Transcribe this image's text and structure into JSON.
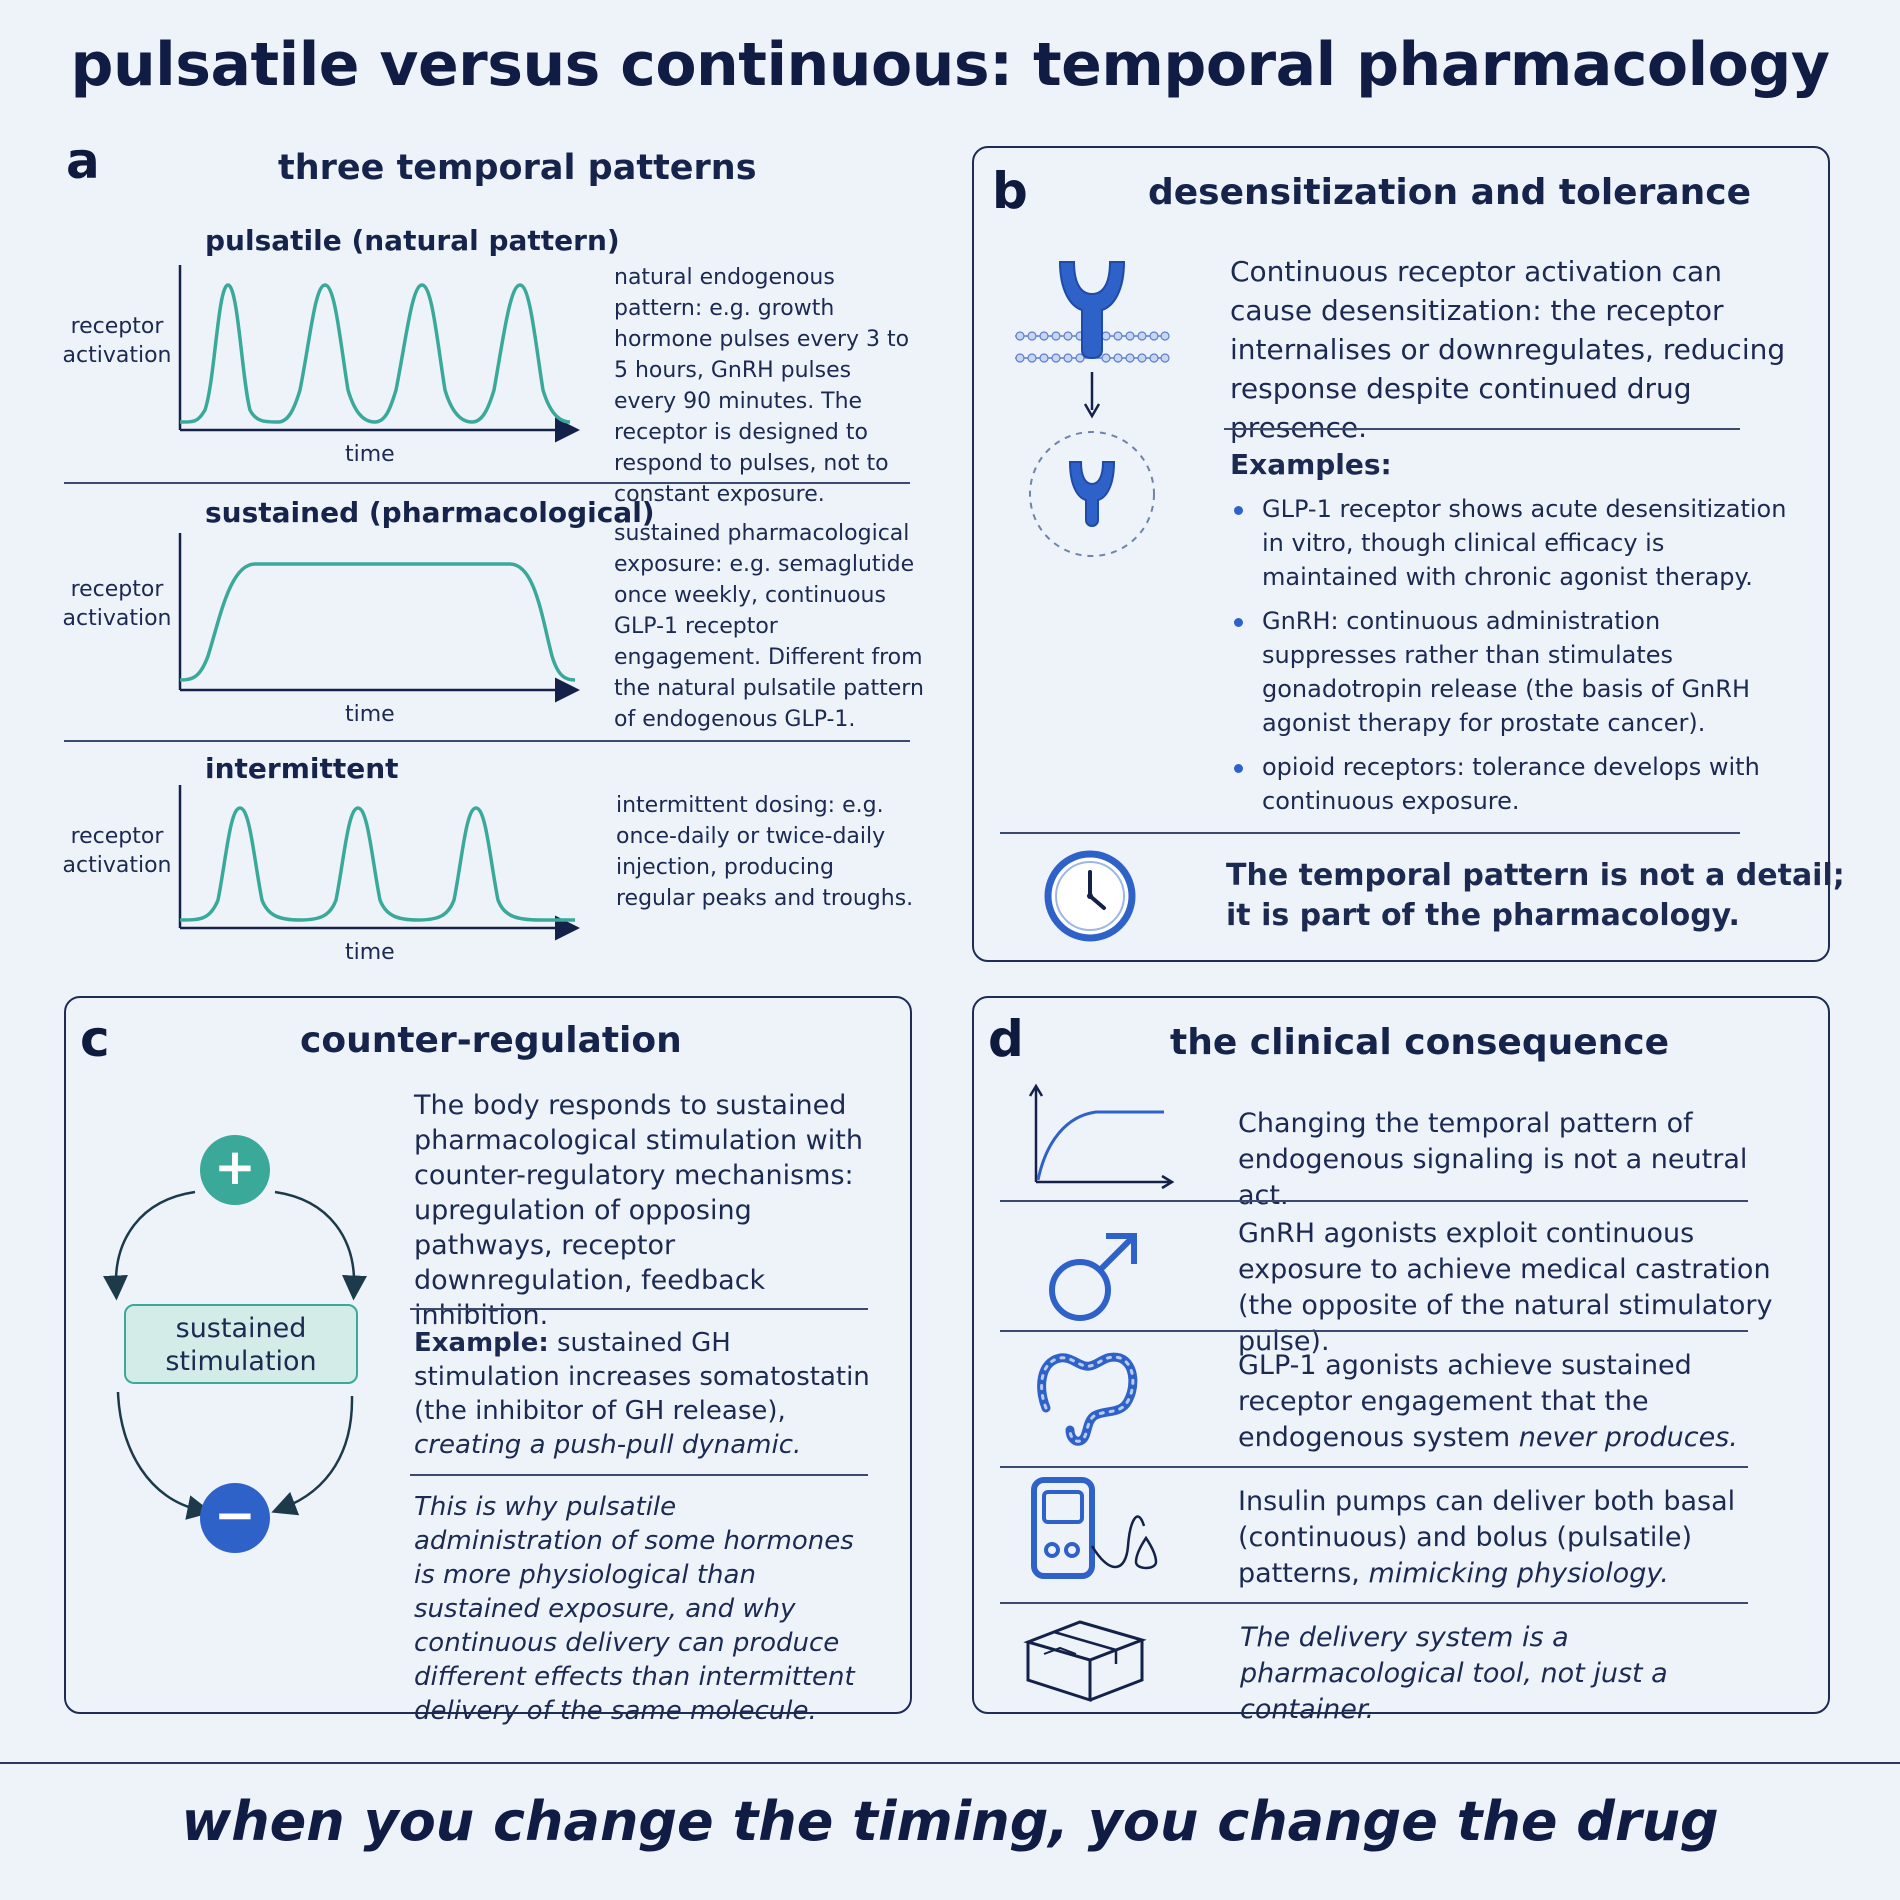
{
  "title": "pulsatile versus continuous: temporal pharmacology",
  "footer": "when you change the timing, you change the drug",
  "panel_a": {
    "letter": "a",
    "title": "three temporal patterns",
    "rows": [
      {
        "label": "pulsatile (natural pattern)",
        "ylabel_1": "receptor",
        "ylabel_2": "activation",
        "xlabel": "time",
        "desc": "natural endogenous pattern: e.g. growth hormone pulses every 3 to 5 hours, GnRH pulses every 90 minutes. The receptor is designed to respond to pulses, not to constant exposure."
      },
      {
        "label": "sustained (pharmacological)",
        "ylabel_1": "receptor",
        "ylabel_2": "activation",
        "xlabel": "time",
        "desc": "sustained pharmacological exposure: e.g. semaglutide once weekly, continuous GLP-1 receptor engagement. Different from the natural pulsatile pattern of endogenous GLP-1."
      },
      {
        "label": "intermittent",
        "ylabel_1": "receptor",
        "ylabel_2": "activation",
        "xlabel": "time",
        "desc": "intermittent dosing: e.g. once-daily or twice-daily injection, producing regular peaks and troughs."
      }
    ]
  },
  "panel_b": {
    "letter": "b",
    "title": "desensitization and tolerance",
    "intro": "Continuous receptor activation can cause desensitization: the receptor internalises or downregulates, reducing response despite continued drug presence.",
    "examples_label": "Examples:",
    "examples": [
      "GLP-1 receptor shows acute desensitization in vitro, though clinical efficacy is maintained with chronic agonist therapy.",
      "GnRH: continuous administration suppresses rather than stimulates gonadotropin release (the basis of GnRH agonist therapy for prostate cancer).",
      "opioid receptors: tolerance develops with continuous exposure."
    ],
    "conclusion_1": "The temporal pattern is not a detail;",
    "conclusion_2": "it is part of the pharmacology."
  },
  "panel_c": {
    "letter": "c",
    "title": "counter-regulation",
    "plus": "+",
    "minus": "−",
    "center_1": "sustained",
    "center_2": "stimulation",
    "body": "The body responds to sustained pharmacological stimulation with counter-regulatory mechanisms: upregulation of opposing pathways, receptor downregulation, feedback inhibition.",
    "example_label": "Example:",
    "example_plain": " sustained GH stimulation increases somatostatin (the inhibitor of GH release),",
    "example_italic": " creating a push-pull dynamic.",
    "closing": "This is why pulsatile administration of some hormones is more physiological than sustained exposure, and why continuous delivery can produce different effects than intermittent delivery of the same molecule."
  },
  "panel_d": {
    "letter": "d",
    "title": "the clinical consequence",
    "items": [
      {
        "icon": "curve-icon",
        "plain": "Changing the temporal pattern of endogenous signaling is not a neutral act.",
        "italic": ""
      },
      {
        "icon": "male-symbol-icon",
        "plain": "GnRH agonists exploit continuous exposure to achieve medical castration (the opposite of the natural stimulatory pulse).",
        "italic": ""
      },
      {
        "icon": "intestine-icon",
        "plain": "GLP-1 agonists achieve sustained receptor engagement that the endogenous system",
        "italic": " never produces."
      },
      {
        "icon": "insulin-pump-icon",
        "plain": "Insulin pumps can deliver both basal (continuous) and bolus (pulsatile) patterns,",
        "italic": " mimicking physiology."
      },
      {
        "icon": "box-icon",
        "plain": "",
        "italic": "The delivery system is a pharmacological tool, not just a container."
      }
    ]
  },
  "colors": {
    "teal": "#3aa99a",
    "blue": "#2f62c9",
    "navy": "#14224a"
  }
}
